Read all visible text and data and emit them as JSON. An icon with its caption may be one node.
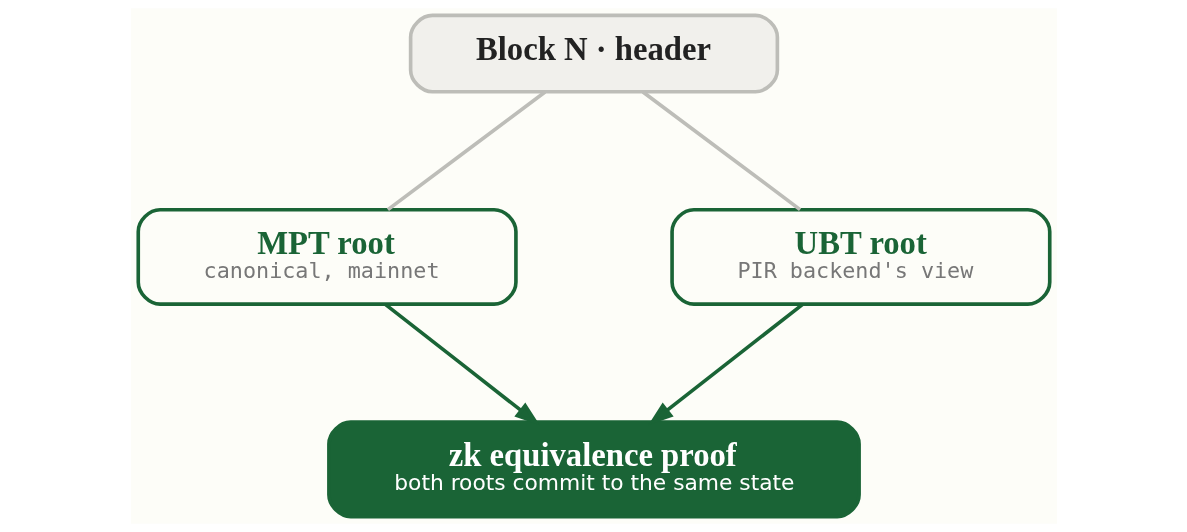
{
  "diagram": {
    "nodes": [
      {
        "text": [
          "Block N · header"
        ]
      },
      {
        "text": [
          "MPT root",
          "canonical, mainnet"
        ]
      },
      {
        "text": [
          "UBT root",
          "PIR backend's view"
        ]
      },
      {
        "text": [
          "zk equivalence proof",
          "both roots commit to the same state"
        ]
      }
    ],
    "edges": [
      {
        "from": 0,
        "to": 1,
        "arrow": "none",
        "color": "#bdbdb8"
      },
      {
        "from": 0,
        "to": 2,
        "arrow": "none",
        "color": "#bdbdb8"
      },
      {
        "from": 1,
        "to": 3,
        "arrow": "to",
        "color": "#1a6436"
      },
      {
        "from": 2,
        "to": 3,
        "arrow": "to",
        "color": "#1a6436"
      }
    ]
  }
}
